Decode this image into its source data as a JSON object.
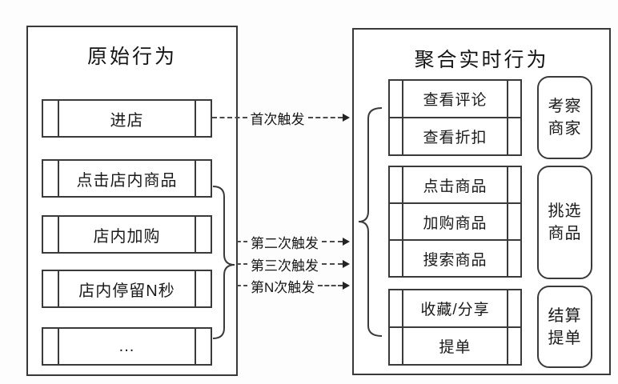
{
  "left_panel": {
    "title": "原始行为",
    "boxes": [
      "进店",
      "点击店内商品",
      "店内加购",
      "店内停留N秒",
      "..."
    ]
  },
  "triggers": {
    "first": "首次触发",
    "second": "第二次触发",
    "third": "第三次触发",
    "nth": "第N次触发"
  },
  "right_panel": {
    "title": "聚合实时行为",
    "groups": [
      {
        "rows": [
          "查看评论",
          "查看折扣"
        ],
        "category": {
          "line1": "考察",
          "line2": "商家"
        }
      },
      {
        "rows": [
          "点击商品",
          "加购商品",
          "搜索商品"
        ],
        "category": {
          "line1": "挑选",
          "line2": "商品"
        }
      },
      {
        "rows": [
          "收藏/分享",
          "提单"
        ],
        "category": {
          "line1": "结算",
          "line2": "提单"
        }
      }
    ]
  },
  "colors": {
    "line": "#3a3a3a",
    "text": "#1a1a1a",
    "background": "#ffffff"
  }
}
